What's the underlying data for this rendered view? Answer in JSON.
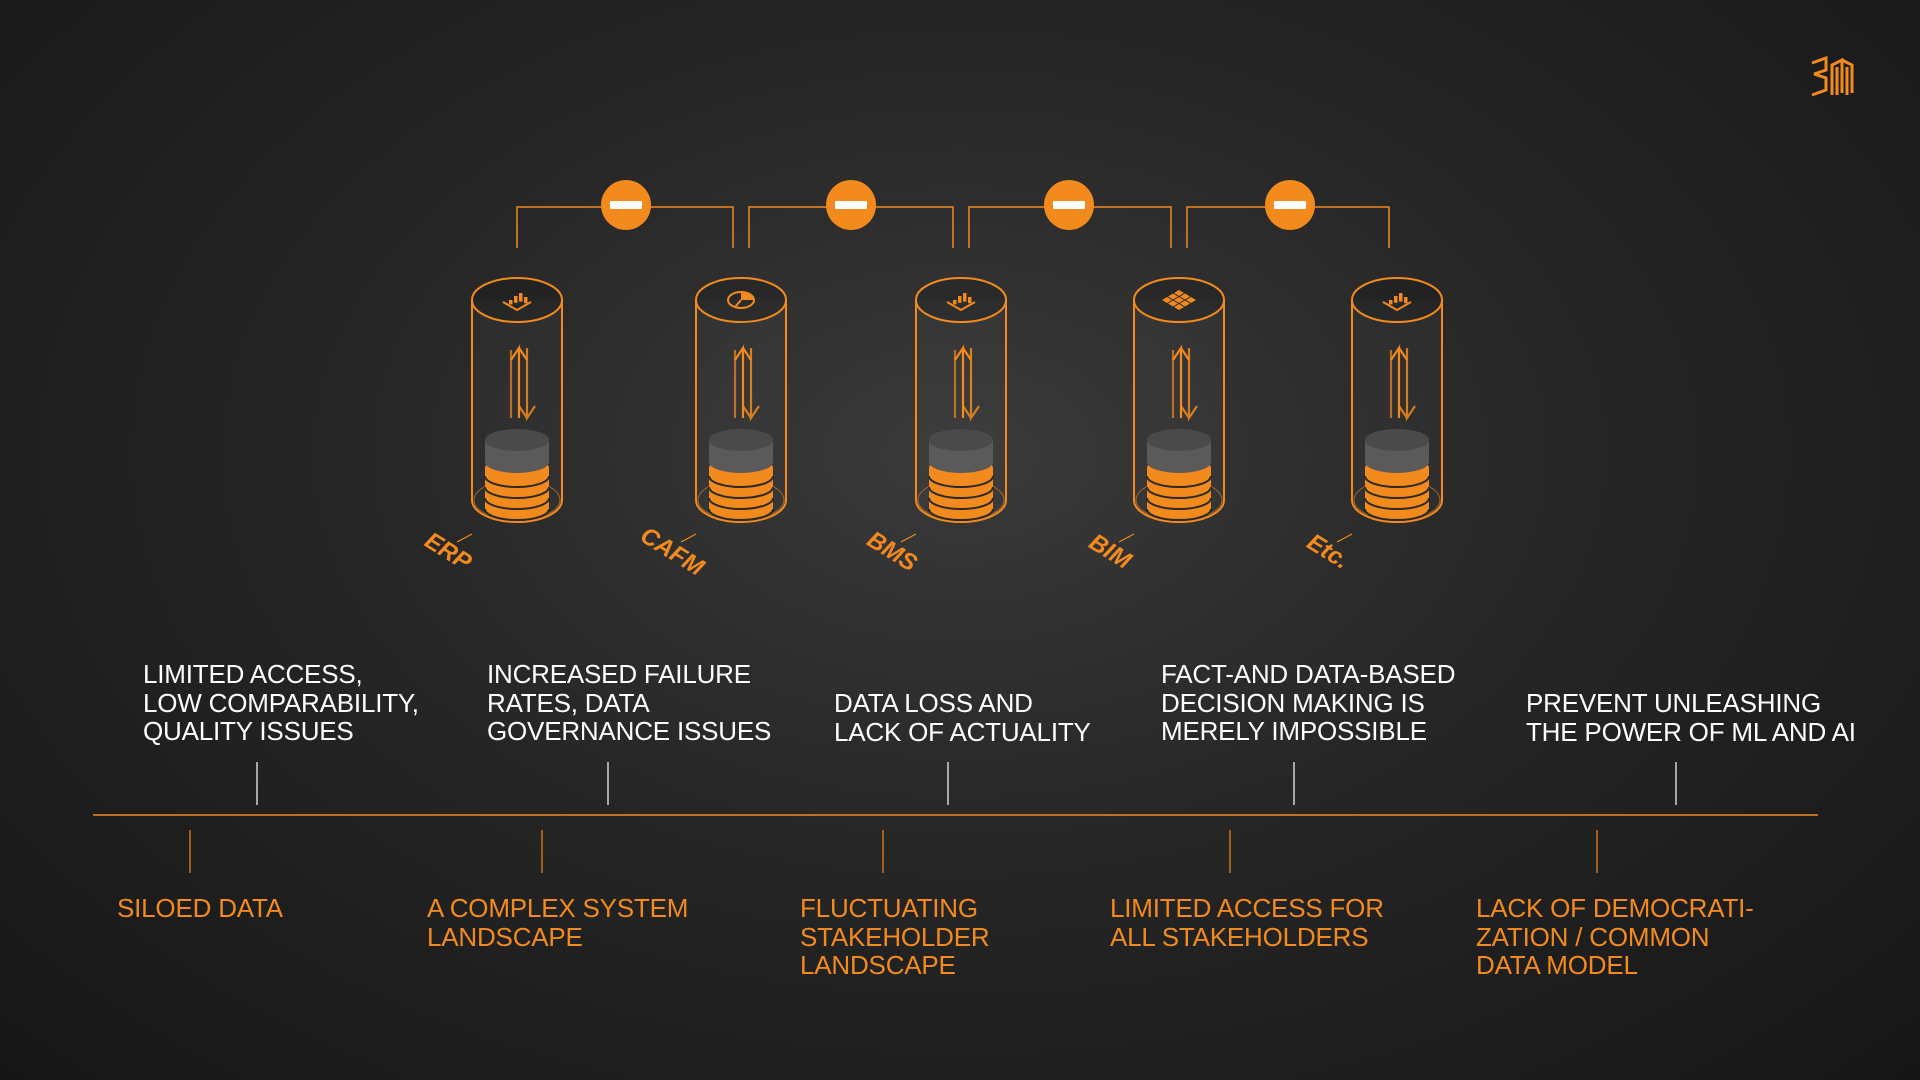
{
  "colors": {
    "accent": "#f28a1e",
    "text": "#ffffff",
    "background": "#1f1f1f",
    "disc_top": "#4a4a4a"
  },
  "logo": {
    "icon": "company-logo-icon"
  },
  "systems": [
    {
      "label": "ERP",
      "icon": "chart-icon"
    },
    {
      "label": "CAFM",
      "icon": "pie-chart-icon"
    },
    {
      "label": "BMS",
      "icon": "chart-icon"
    },
    {
      "label": "BIM",
      "icon": "building-blocks-icon"
    },
    {
      "label": "Etc.",
      "icon": "chart-icon"
    }
  ],
  "connectors": [
    {
      "icon": "minus-icon"
    },
    {
      "icon": "minus-icon"
    },
    {
      "icon": "minus-icon"
    },
    {
      "icon": "minus-icon"
    }
  ],
  "consequences": [
    {
      "text": "LIMITED ACCESS,\nLOW COMPARABILITY,\nQUALITY ISSUES"
    },
    {
      "text": "INCREASED FAILURE\nRATES, DATA\nGOVERNANCE ISSUES"
    },
    {
      "text": "DATA LOSS AND\nLACK OF ACTUALITY"
    },
    {
      "text": "FACT-AND DATA-BASED\nDECISION MAKING IS\nMERELY IMPOSSIBLE"
    },
    {
      "text": "PREVENT UNLEASHING\nTHE POWER OF ML AND AI"
    }
  ],
  "causes": [
    {
      "text": "SILOED DATA"
    },
    {
      "text": "A COMPLEX SYSTEM\nLANDSCAPE"
    },
    {
      "text": "FLUCTUATING\nSTAKEHOLDER\nLANDSCAPE"
    },
    {
      "text": "LIMITED ACCESS FOR\nALL STAKEHOLDERS"
    },
    {
      "text": "LACK OF DEMOCRATI-\nZATION /  COMMON\nDATA MODEL"
    }
  ]
}
